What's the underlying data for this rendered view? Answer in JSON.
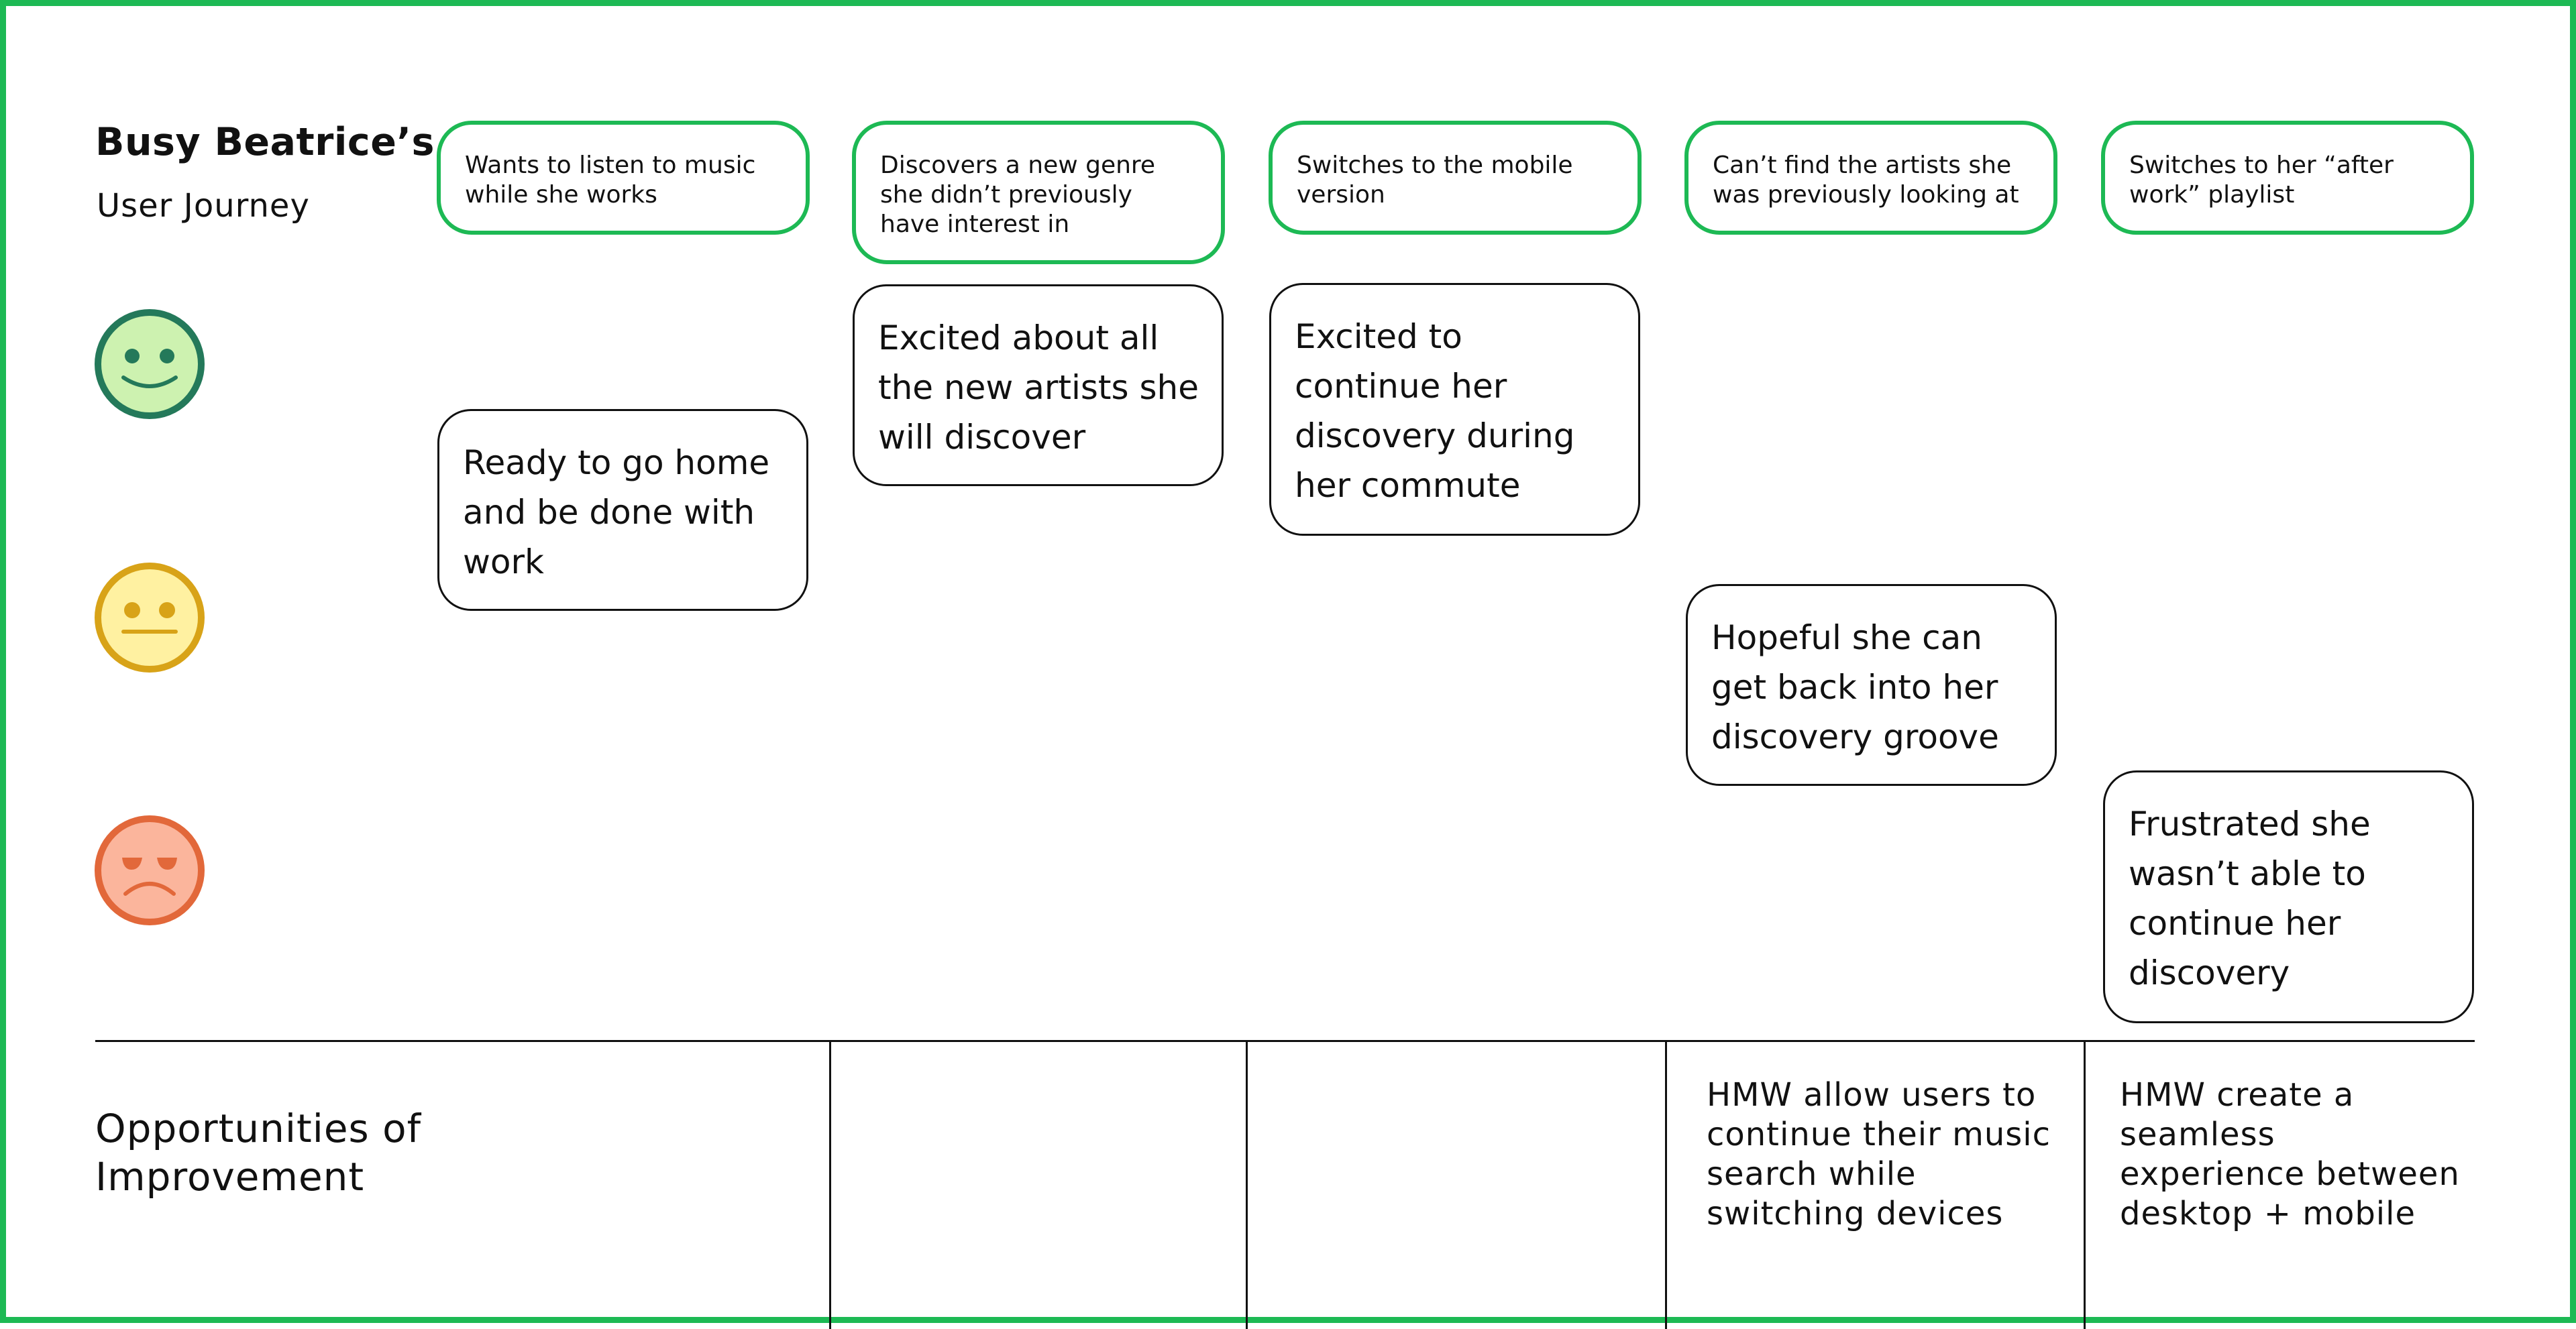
{
  "header": {
    "title": "Busy Beatrice’s",
    "subtitle": "User Journey"
  },
  "emotion_faces": [
    {
      "mood": "happy",
      "icon": "happy-face-icon",
      "fill": "#cdf2b0",
      "stroke": "#24795a"
    },
    {
      "mood": "neutral",
      "icon": "neutral-face-icon",
      "fill": "#fff1a1",
      "stroke": "#d8a318"
    },
    {
      "mood": "angry",
      "icon": "angry-face-icon",
      "fill": "#fbb59c",
      "stroke": "#e2683a"
    }
  ],
  "steps": [
    {
      "label": "Wants to listen to music while she works",
      "feeling": "Ready to go home and be done with work"
    },
    {
      "label": "Discovers a new genre she didn’t previously have interest in",
      "feeling": "Excited about all the new artists she will discover"
    },
    {
      "label": "Switches to the mobile version",
      "feeling": "Excited to continue her discovery during her commute"
    },
    {
      "label": "Can’t find the artists she was previously looking at",
      "feeling": "Hopeful she can get back into her discovery groove"
    },
    {
      "label": "Switches to her “after work” playlist",
      "feeling": "Frustrated she wasn’t able to continue her discovery"
    }
  ],
  "opportunities": {
    "label": "Opportunities of Improvement",
    "items": [
      "HMW allow users to continue their music search while switching devices",
      "HMW create a seamless experience between desktop + mobile"
    ]
  },
  "colors": {
    "accent_green": "#1db954",
    "text": "#111111",
    "border": "#111111"
  }
}
